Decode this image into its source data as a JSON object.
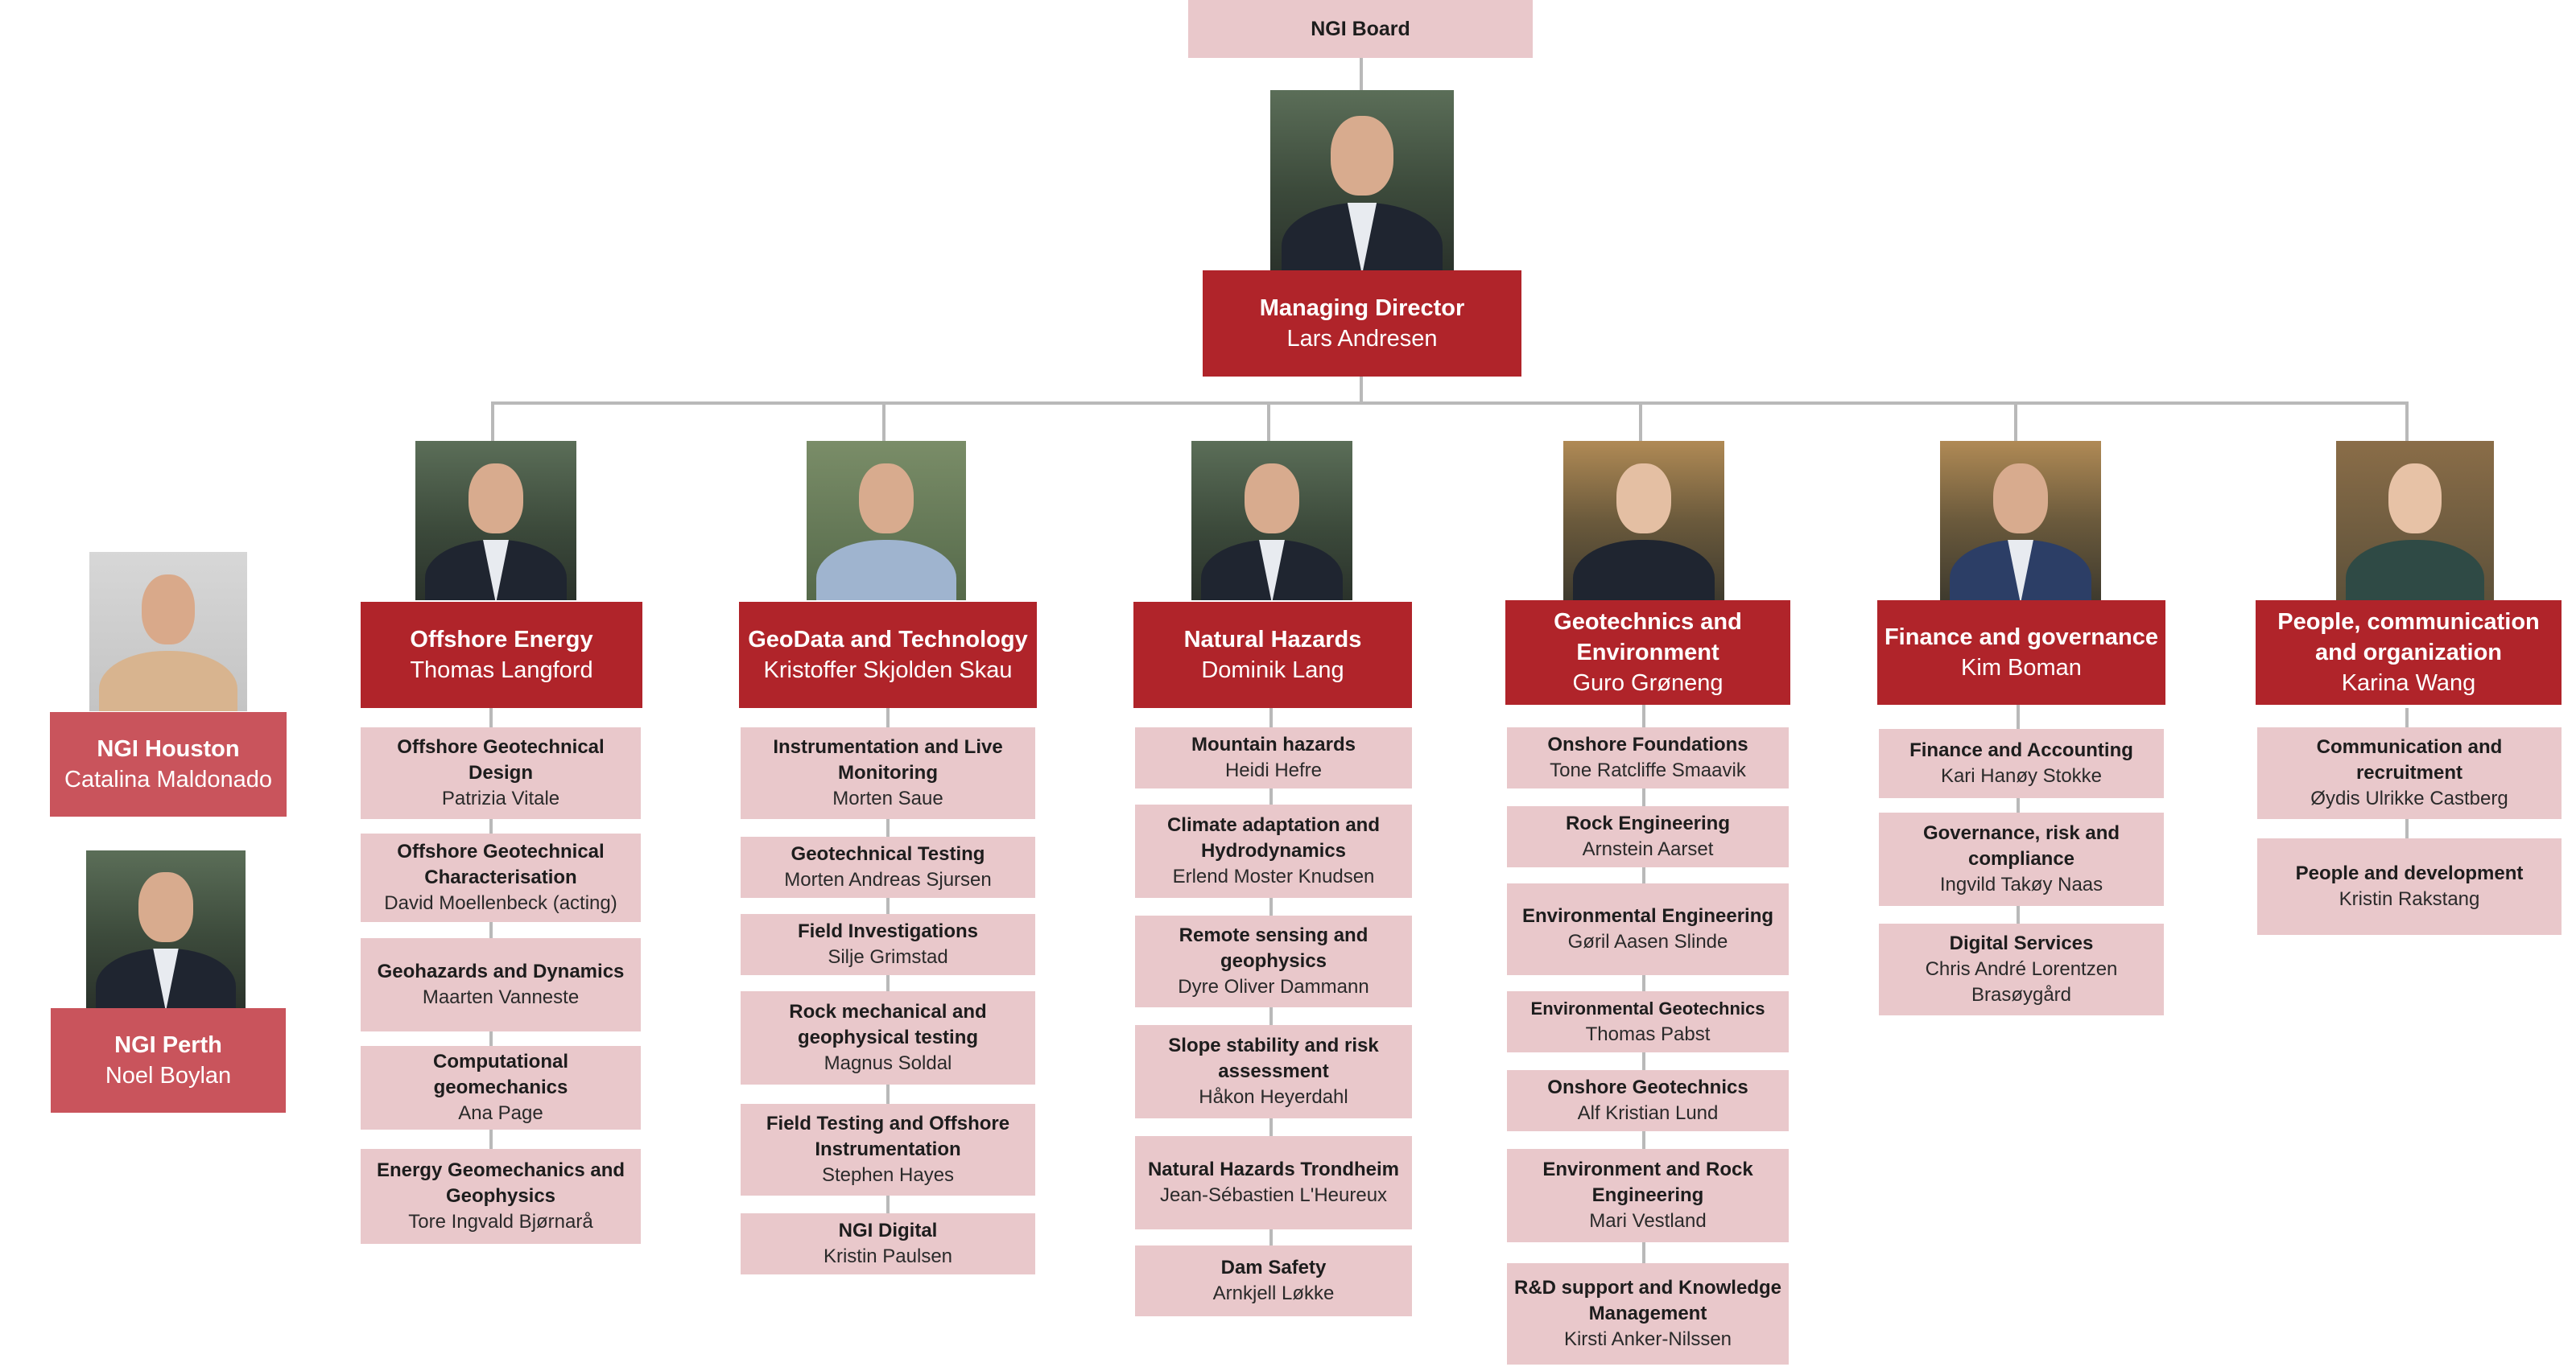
{
  "board": {
    "title": "NGI Board"
  },
  "md": {
    "title": "Managing Director",
    "name": "Lars Andresen"
  },
  "side_units": [
    {
      "title": "NGI Houston",
      "name": "Catalina Maldonado"
    },
    {
      "title": "NGI Perth",
      "name": "Noel Boylan"
    }
  ],
  "divisions": [
    {
      "title": "Offshore Energy",
      "head": "Thomas Langford",
      "units": [
        {
          "title": "Offshore Geotechnical Design",
          "name": "Patrizia Vitale"
        },
        {
          "title": "Offshore Geotechnical Characterisation",
          "name": "David Moellenbeck (acting)"
        },
        {
          "title": "Geohazards and Dynamics",
          "name": "Maarten Vanneste"
        },
        {
          "title": "Computational geomechanics",
          "name": "Ana Page"
        },
        {
          "title": "Energy Geomechanics and Geophysics",
          "name": "Tore Ingvald Bjørnarå"
        }
      ]
    },
    {
      "title": "GeoData and Technology",
      "head": "Kristoffer Skjolden Skau",
      "units": [
        {
          "title": "Instrumentation and Live Monitoring",
          "name": "Morten Saue"
        },
        {
          "title": "Geotechnical Testing",
          "name": "Morten Andreas Sjursen"
        },
        {
          "title": "Field Investigations",
          "name": "Silje Grimstad"
        },
        {
          "title": "Rock mechanical and geophysical testing",
          "name": "Magnus Soldal"
        },
        {
          "title": "Field Testing and Offshore Instrumentation",
          "name": "Stephen Hayes"
        },
        {
          "title": "NGI Digital",
          "name": "Kristin Paulsen"
        }
      ]
    },
    {
      "title": "Natural Hazards",
      "head": "Dominik Lang",
      "units": [
        {
          "title": "Mountain hazards",
          "name": "Heidi Hefre"
        },
        {
          "title": "Climate adaptation and Hydrodynamics",
          "name": "Erlend Moster Knudsen"
        },
        {
          "title": "Remote sensing and geophysics",
          "name": "Dyre Oliver Dammann"
        },
        {
          "title": "Slope stability and risk assessment",
          "name": "Håkon Heyerdahl"
        },
        {
          "title": "Natural Hazards Trondheim",
          "name": "Jean-Sébastien L'Heureux"
        },
        {
          "title": "Dam Safety",
          "name": "Arnkjell Løkke"
        }
      ]
    },
    {
      "title": "Geotechnics and Environment",
      "head": "Guro Grøneng",
      "units": [
        {
          "title": "Onshore Foundations",
          "name": "Tone Ratcliffe Smaavik"
        },
        {
          "title": "Rock Engineering",
          "name": "Arnstein Aarset"
        },
        {
          "title": "Environmental Engineering",
          "name": "Gøril Aasen Slinde"
        },
        {
          "title": "Environmental Geotechnics",
          "name": "Thomas Pabst"
        },
        {
          "title": "Onshore Geotechnics",
          "name": "Alf Kristian Lund"
        },
        {
          "title": "Environment and Rock Engineering",
          "name": "Mari Vestland"
        },
        {
          "title": "R&D support and Knowledge Management",
          "name": "Kirsti Anker-Nilssen"
        }
      ]
    },
    {
      "title": "Finance and governance",
      "head": "Kim Boman",
      "units": [
        {
          "title": "Finance and Accounting",
          "name": "Kari Hanøy Stokke"
        },
        {
          "title": "Governance, risk and compliance",
          "name": "Ingvild Takøy Naas"
        },
        {
          "title": "Digital Services",
          "name": "Chris André Lorentzen Brasøygård"
        }
      ]
    },
    {
      "title": "People, communication and organization",
      "head": "Karina Wang",
      "units": [
        {
          "title": "Communication and recruitment",
          "name": "Øydis Ulrikke Castberg"
        },
        {
          "title": "People and development",
          "name": "Kristin Rakstang"
        }
      ]
    }
  ]
}
